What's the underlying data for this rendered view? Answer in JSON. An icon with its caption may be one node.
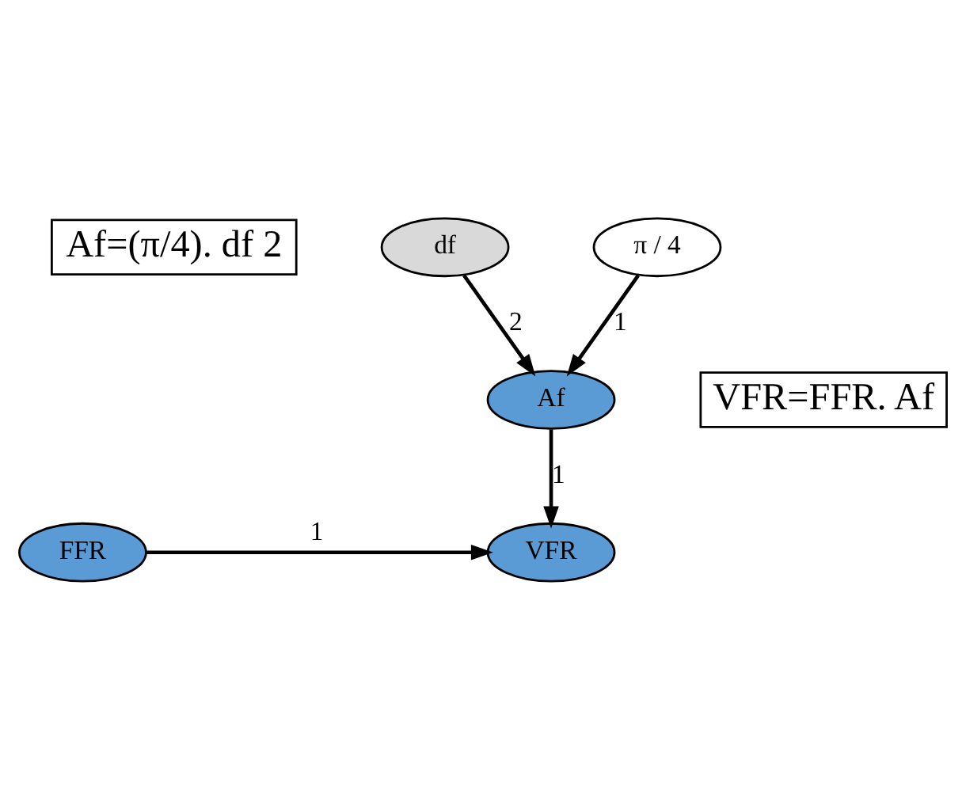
{
  "diagram": {
    "nodes": [
      {
        "text": [
          "Af=(π/4). df 2"
        ]
      },
      {
        "text": [
          "df"
        ]
      },
      {
        "text": [
          "π / 4"
        ]
      },
      {
        "text": [
          "Af"
        ]
      },
      {
        "text": [
          "VFR=FFR. Af"
        ]
      },
      {
        "text": [
          "FFR"
        ]
      },
      {
        "text": [
          "VFR"
        ]
      }
    ],
    "edges": [
      {
        "from": 1,
        "to": 3,
        "arrow": "to",
        "label": "2"
      },
      {
        "from": 2,
        "to": 3,
        "arrow": "to",
        "label": "1"
      },
      {
        "from": 3,
        "to": 6,
        "arrow": "to",
        "label": "1"
      },
      {
        "from": 5,
        "to": 6,
        "arrow": "to",
        "label": "1"
      }
    ]
  }
}
